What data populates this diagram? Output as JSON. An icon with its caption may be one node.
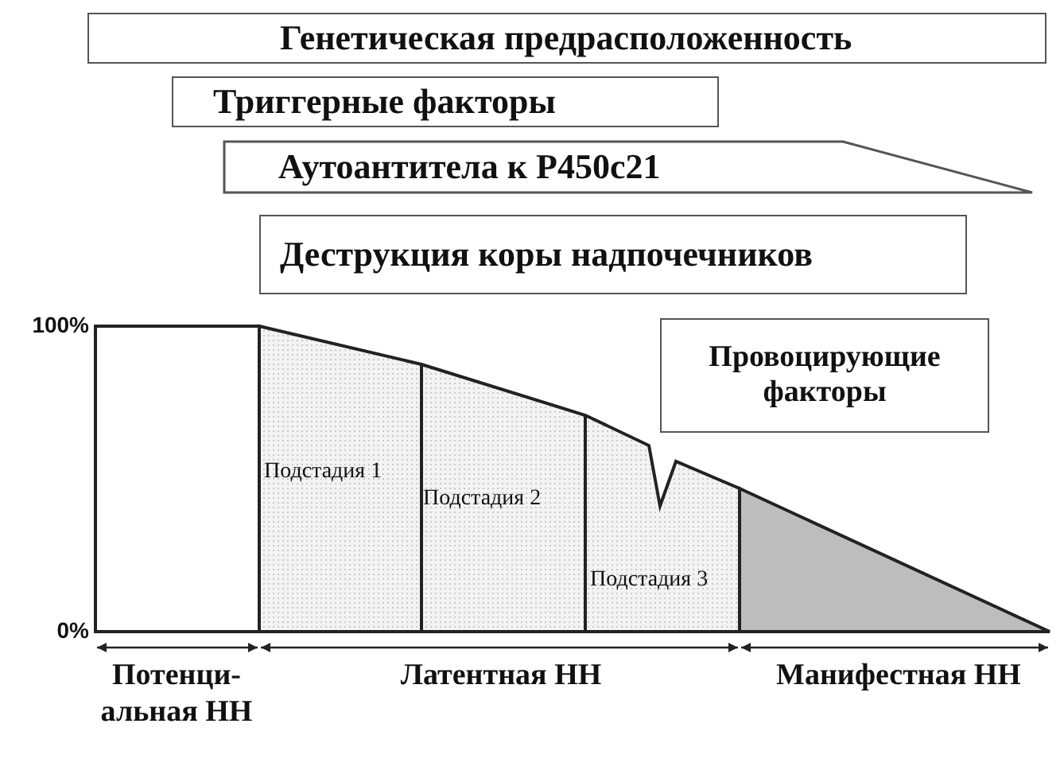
{
  "diagram": {
    "nodes": [
      {
        "text": [
          "Генетическая предрасположенность"
        ]
      },
      {
        "text": [
          "Триггерные факторы"
        ]
      },
      {
        "text": [
          "Аутоантитела к Р450с21"
        ]
      },
      {
        "text": [
          "Деструкция коры надпочечников"
        ]
      },
      {
        "text": [
          "Провоцирующие факторы"
        ]
      }
    ],
    "labels": [
      "100%",
      "0%",
      "Подстадия 1",
      "Подстадия 2",
      "Подстадия 3",
      "Потенци- альная НН",
      "Латентная НН",
      "Манифестная НН"
    ]
  }
}
